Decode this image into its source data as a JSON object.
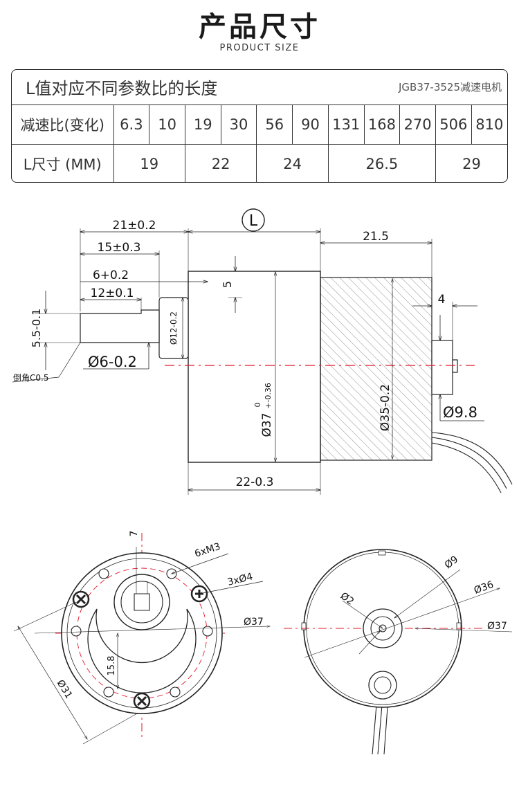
{
  "header": {
    "title": "产品尺寸",
    "subtitle": "PRODUCT SIZE"
  },
  "table": {
    "heading": "L值对应不同参数比的长度",
    "model": "JGB37-3525减速电机",
    "ratio_label": "减速比(变化)",
    "ratios": [
      "6.3",
      "10",
      "19",
      "30",
      "56",
      "90",
      "131",
      "168",
      "270",
      "506",
      "810"
    ],
    "length_label": "L尺寸 (MM)",
    "lengths": [
      "19",
      "22",
      "24",
      "26.5",
      "29"
    ]
  },
  "side_view": {
    "L_marker": "L",
    "dim_21_0_2": "21±0.2",
    "dim_15_0_3": "15±0.3",
    "dim_6_0_2": "6+0.2",
    "dim_12_0_1": "12±0.1",
    "dim_5": "5",
    "dim_5_5": "5.5-0.1",
    "dim_phi12": "Ø12-0.2",
    "dim_phi6": "Ø6-0.2",
    "chamfer": "倒角C0.5",
    "dim_phi37_main": "Ø37",
    "dim_phi37_tol_upper": "0",
    "dim_phi37_tol_lower": "+-0.36",
    "dim_22": "22-0.3",
    "dim_21_5": "21.5",
    "dim_4": "4",
    "dim_phi35": "Ø35-0.2",
    "dim_phi9_8": "Ø9.8"
  },
  "front_view": {
    "dim_7": "7",
    "dim_6xM3": "6xM3",
    "dim_3x4": "3xØ4",
    "dim_phi37": "Ø37",
    "dim_15_8": "15.8",
    "dim_phi31": "Ø31"
  },
  "back_view": {
    "dim_phi9": "Ø9",
    "dim_phi36": "Ø36",
    "dim_phi2": "Ø2",
    "dim_phi37": "Ø37"
  },
  "colors": {
    "centerline": "#e0182a",
    "line": "#222222",
    "hatch": "#9a9a9a"
  }
}
